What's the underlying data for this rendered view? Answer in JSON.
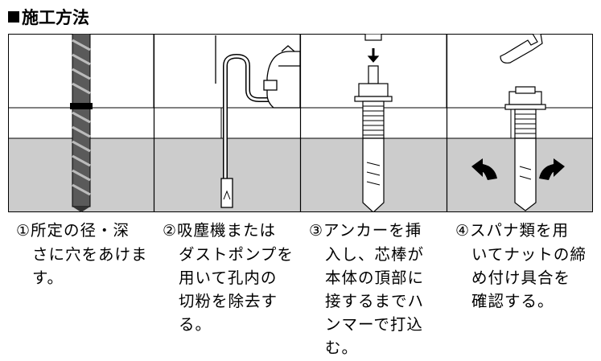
{
  "title": "施工方法",
  "steps": [
    {
      "number": "①",
      "lines": [
        "所定の径・深",
        "さに穴をあけま",
        "す。"
      ]
    },
    {
      "number": "②",
      "lines": [
        "吸塵機または",
        "ダストポンプを",
        "用いて孔内の",
        "切粉を除去す",
        "る。"
      ]
    },
    {
      "number": "③",
      "lines": [
        "アンカーを挿",
        "入し、芯棒が",
        "本体の頂部に",
        "接するまでハ",
        "ンマーで打込",
        "む。"
      ]
    },
    {
      "number": "④",
      "lines": [
        "スパナ類を用",
        "いてナットの締",
        "め付け具合を",
        "確認する。"
      ]
    }
  ],
  "colors": {
    "concrete": "#cccccc",
    "line": "#000000",
    "wall": "#ffffff"
  }
}
